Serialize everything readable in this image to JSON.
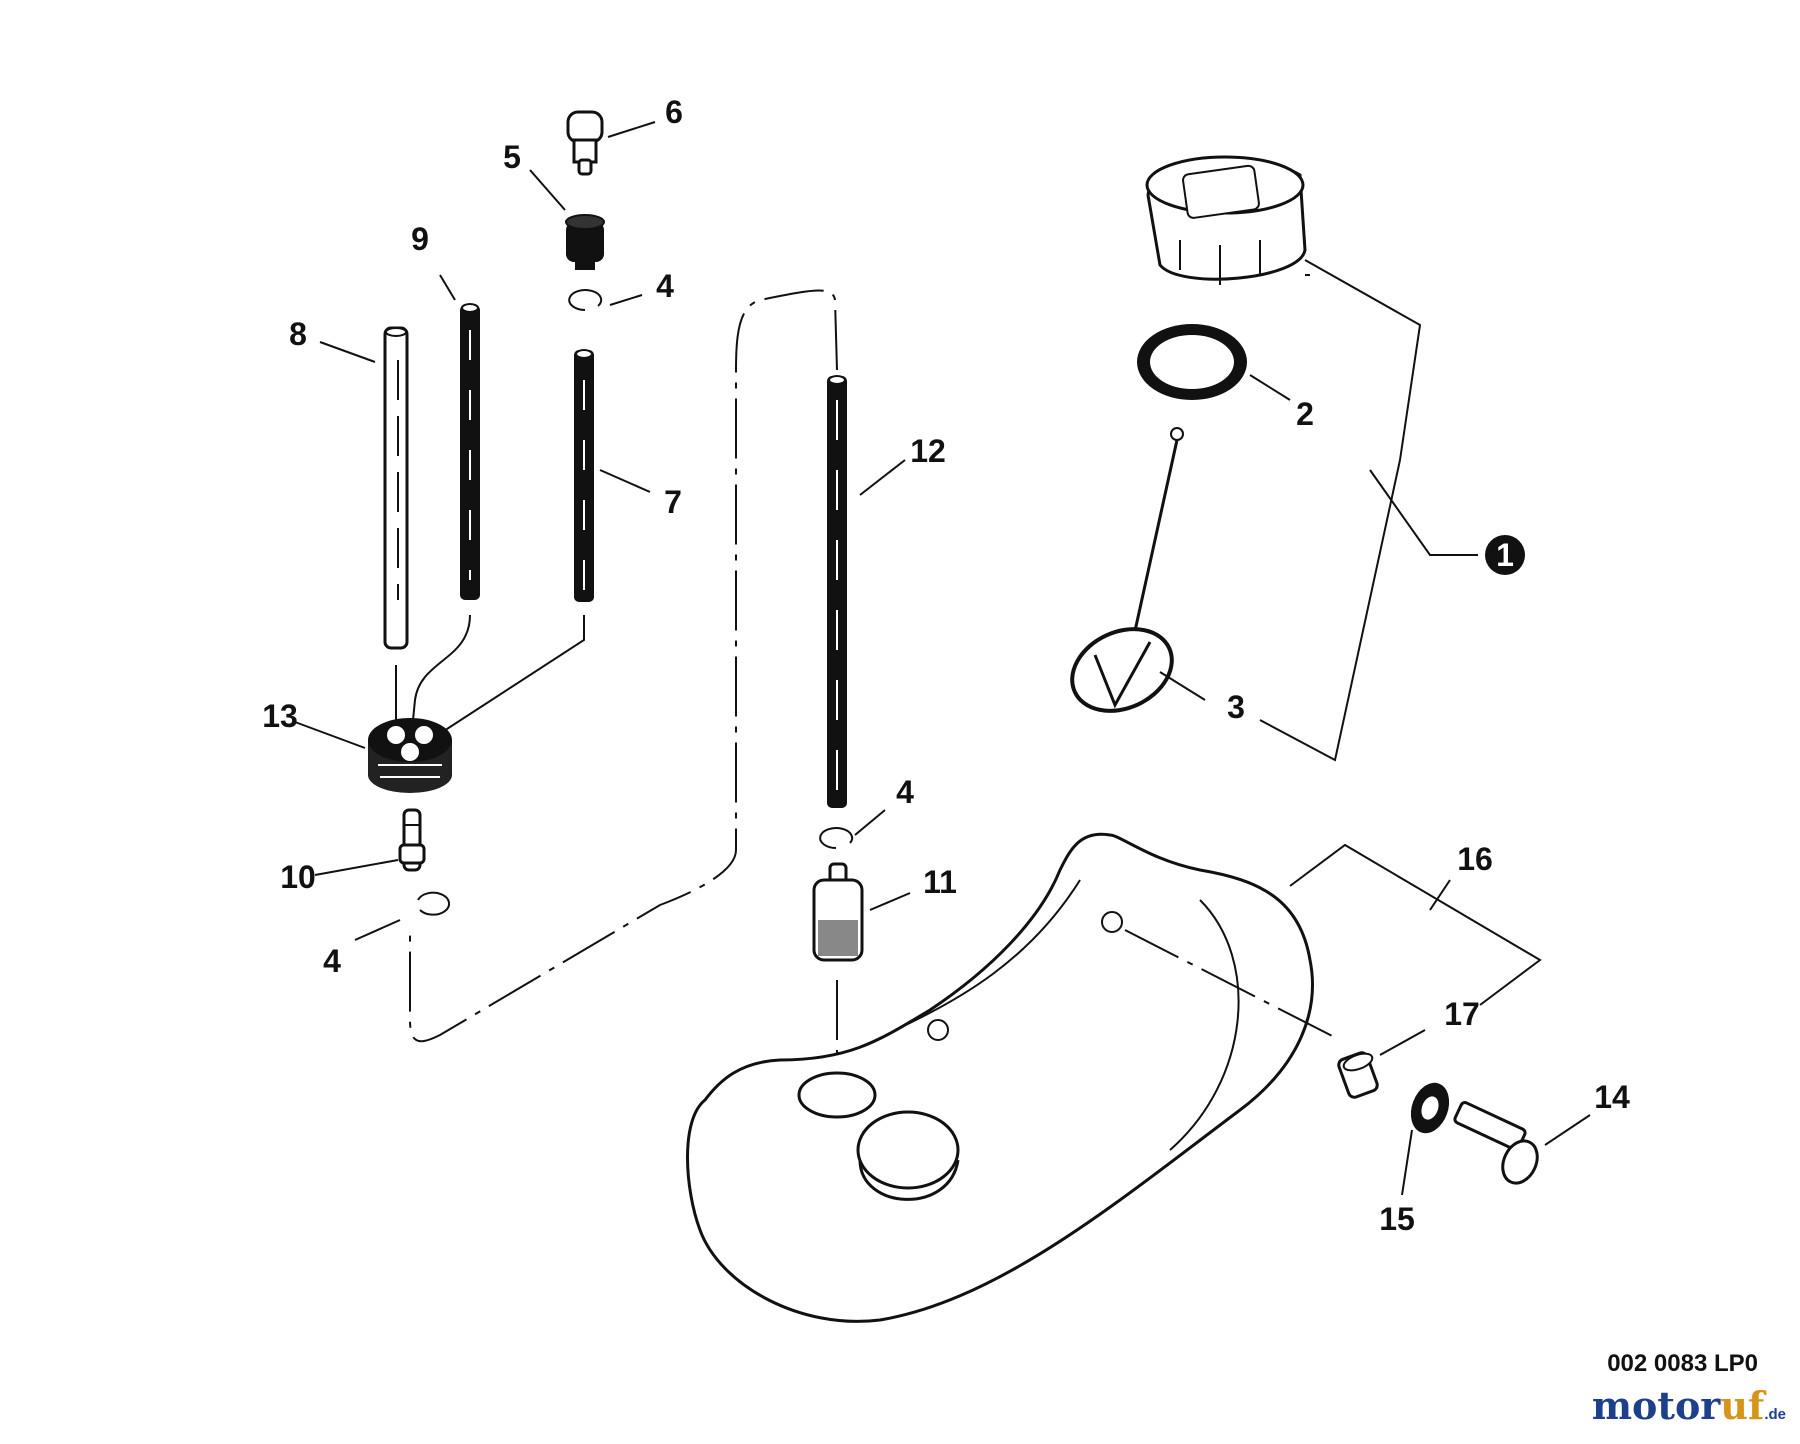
{
  "callouts": [
    {
      "id": "c1",
      "label": "1"
    },
    {
      "id": "c2",
      "label": "2"
    },
    {
      "id": "c3",
      "label": "3"
    },
    {
      "id": "c4a",
      "label": "4"
    },
    {
      "id": "c4b",
      "label": "4"
    },
    {
      "id": "c4c",
      "label": "4"
    },
    {
      "id": "c5",
      "label": "5"
    },
    {
      "id": "c6",
      "label": "6"
    },
    {
      "id": "c7",
      "label": "7"
    },
    {
      "id": "c8",
      "label": "8"
    },
    {
      "id": "c9",
      "label": "9"
    },
    {
      "id": "c10",
      "label": "10"
    },
    {
      "id": "c11",
      "label": "11"
    },
    {
      "id": "c12",
      "label": "12"
    },
    {
      "id": "c13",
      "label": "13"
    },
    {
      "id": "c14",
      "label": "14"
    },
    {
      "id": "c15",
      "label": "15"
    },
    {
      "id": "c16",
      "label": "16"
    },
    {
      "id": "c17",
      "label": "17"
    }
  ],
  "diagram_code": "002 0083 LP0",
  "watermark": {
    "part1": "motor",
    "part2": "uf",
    "part3": ".de"
  }
}
